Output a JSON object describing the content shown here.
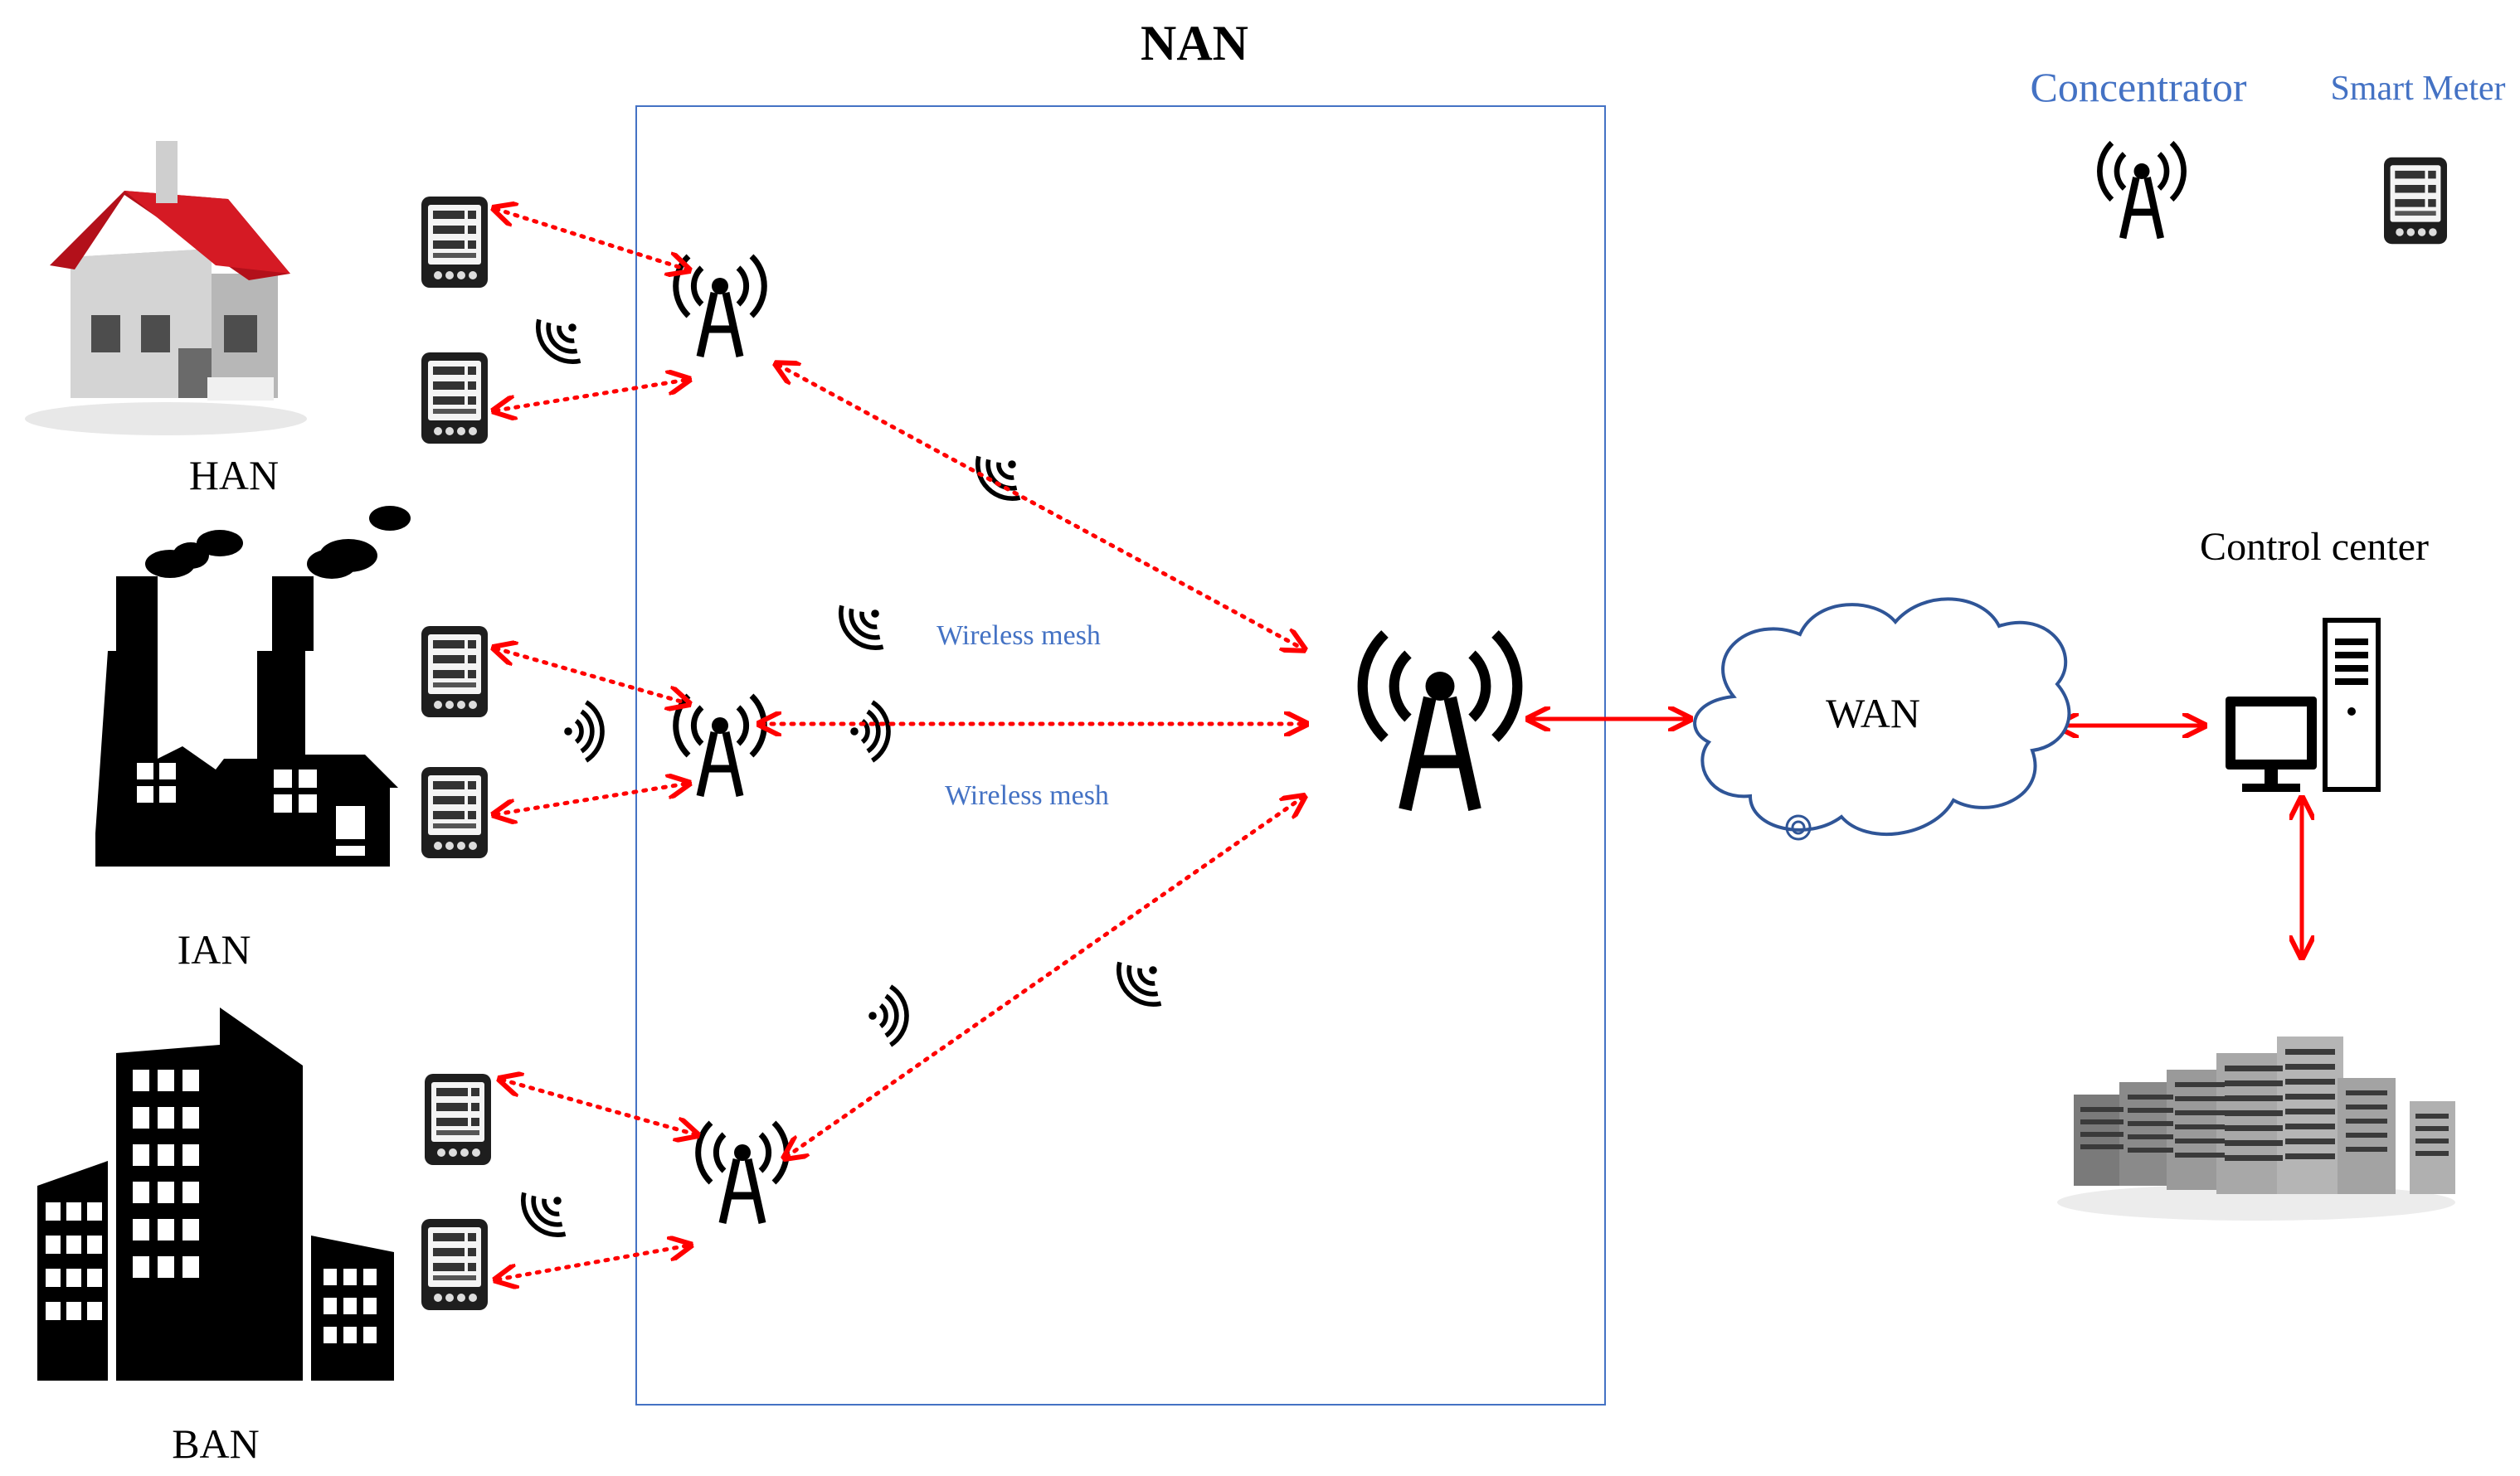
{
  "title": "NAN",
  "legend": {
    "concentrator_label": "Concentrator",
    "smart_meter_label": "Smart Meter",
    "concentrator_icon": "antenna-tower-icon",
    "smart_meter_icon": "smart-meter-icon"
  },
  "areas": [
    {
      "id": "han",
      "label": "HAN",
      "icon": "house-icon"
    },
    {
      "id": "ian",
      "label": "IAN",
      "icon": "factory-icon"
    },
    {
      "id": "ban",
      "label": "BAN",
      "icon": "office-building-icon"
    }
  ],
  "mesh_labels": [
    "Wireless mesh",
    "Wireless mesh"
  ],
  "wan_label": "WAN",
  "control_center_label": "Control center",
  "colors": {
    "link": "#ff0000",
    "nan_border": "#4472c4",
    "blue_text": "#4472c4",
    "cloud_stroke": "#2f5597",
    "icon": "#000000"
  }
}
